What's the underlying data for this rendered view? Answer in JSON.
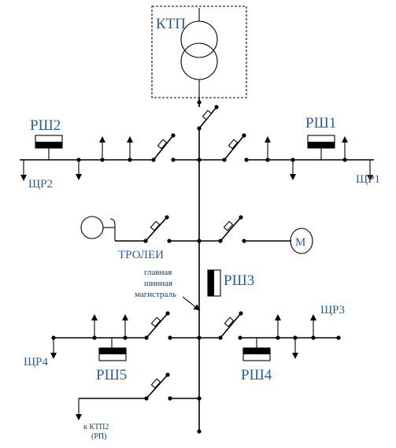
{
  "labels": {
    "ktp": "КТП",
    "rsh1": "РШ1",
    "rsh2": "РШ2",
    "rsh3": "РШ3",
    "rsh4": "РШ4",
    "rsh5": "РШ5",
    "shchr1": "ЩР1",
    "shchr2": "ЩР2",
    "shchr3": "ЩР3",
    "shchr4": "ЩР4",
    "trolley": "ТРОЛЕИ",
    "main_bus_line1": "главная",
    "main_bus_line2": "шинная",
    "main_bus_line3": "магистраль",
    "motor": "М",
    "to_ktp2_line1": "к КТП2",
    "to_ktp2_line2": "(РП)"
  }
}
